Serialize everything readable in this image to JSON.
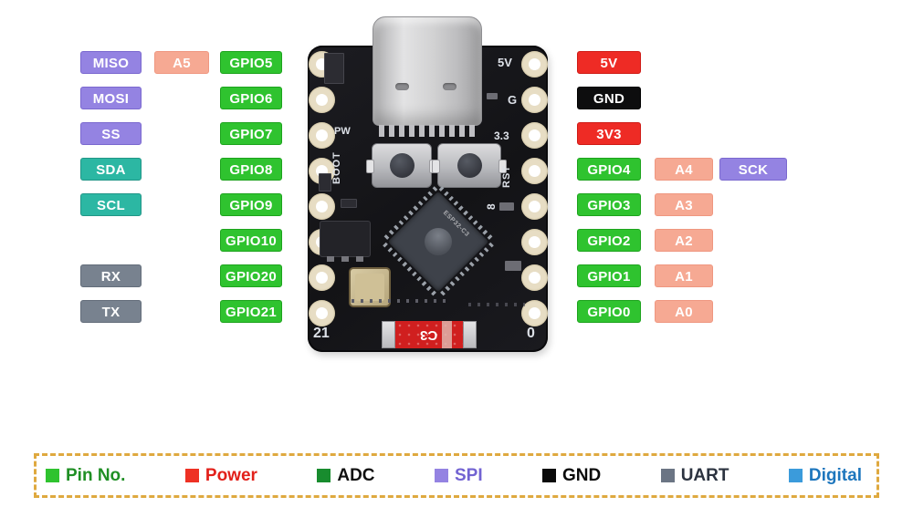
{
  "type_colors": {
    "pin": {
      "bg": "#2fc32f",
      "border": "#1da31d"
    },
    "spi": {
      "bg": "#9483e2",
      "border": "#7a68cf"
    },
    "i2c": {
      "bg": "#2cb7a3",
      "border": "#219687"
    },
    "uart": {
      "bg": "#78828f",
      "border": "#636d7a"
    },
    "analog": {
      "bg": "#f6a993",
      "border": "#ef9780"
    },
    "power": {
      "bg": "#ee2b25",
      "border": "#cf1a15"
    },
    "gnd": {
      "bg": "#0d0d0e",
      "border": "#000000"
    }
  },
  "pins": {
    "left": [
      {
        "bus": {
          "text": "MISO",
          "type": "spi"
        },
        "adc": {
          "text": "A5",
          "type": "analog"
        },
        "gpio": {
          "text": "GPIO5",
          "type": "pin"
        }
      },
      {
        "bus": {
          "text": "MOSI",
          "type": "spi"
        },
        "adc": null,
        "gpio": {
          "text": "GPIO6",
          "type": "pin"
        }
      },
      {
        "bus": {
          "text": "SS",
          "type": "spi"
        },
        "adc": null,
        "gpio": {
          "text": "GPIO7",
          "type": "pin"
        }
      },
      {
        "bus": {
          "text": "SDA",
          "type": "i2c"
        },
        "adc": null,
        "gpio": {
          "text": "GPIO8",
          "type": "pin"
        }
      },
      {
        "bus": {
          "text": "SCL",
          "type": "i2c"
        },
        "adc": null,
        "gpio": {
          "text": "GPIO9",
          "type": "pin"
        }
      },
      {
        "bus": null,
        "adc": null,
        "gpio": {
          "text": "GPIO10",
          "type": "pin"
        }
      },
      {
        "bus": {
          "text": "RX",
          "type": "uart"
        },
        "adc": null,
        "gpio": {
          "text": "GPIO20",
          "type": "pin"
        }
      },
      {
        "bus": {
          "text": "TX",
          "type": "uart"
        },
        "adc": null,
        "gpio": {
          "text": "GPIO21",
          "type": "pin"
        }
      }
    ],
    "right": [
      {
        "gpio": {
          "text": "5V",
          "type": "power"
        },
        "adc": null,
        "bus": null
      },
      {
        "gpio": {
          "text": "GND",
          "type": "gnd"
        },
        "adc": null,
        "bus": null
      },
      {
        "gpio": {
          "text": "3V3",
          "type": "power"
        },
        "adc": null,
        "bus": null
      },
      {
        "gpio": {
          "text": "GPIO4",
          "type": "pin"
        },
        "adc": {
          "text": "A4",
          "type": "analog"
        },
        "bus": {
          "text": "SCK",
          "type": "spi"
        }
      },
      {
        "gpio": {
          "text": "GPIO3",
          "type": "pin"
        },
        "adc": {
          "text": "A3",
          "type": "analog"
        },
        "bus": null
      },
      {
        "gpio": {
          "text": "GPIO2",
          "type": "pin"
        },
        "adc": {
          "text": "A2",
          "type": "analog"
        },
        "bus": null
      },
      {
        "gpio": {
          "text": "GPIO1",
          "type": "pin"
        },
        "adc": {
          "text": "A1",
          "type": "analog"
        },
        "bus": null
      },
      {
        "gpio": {
          "text": "GPIO0",
          "type": "pin"
        },
        "adc": {
          "text": "A0",
          "type": "analog"
        },
        "bus": null
      }
    ]
  },
  "board": {
    "silkscreen": {
      "pw": "PW",
      "boot": "BOOT",
      "rst": "RST",
      "five_v": "5V",
      "g": "G",
      "three_v3": "3.3",
      "io8": "8",
      "io21": "21",
      "io0": "0"
    },
    "chip_marking": "ESP32-C3",
    "red_component_marking": "C3"
  },
  "legend": {
    "border_color": "#dfa93f",
    "items": [
      {
        "label": "Pin No.",
        "square": "#2fc32f",
        "text_color": "#1f8f24"
      },
      {
        "label": "Power",
        "square": "#ee3124",
        "text_color": "#e2201a"
      },
      {
        "label": "ADC",
        "square": "#188c2e",
        "text_color": "#101010"
      },
      {
        "label": "SPI",
        "square": "#9483e2",
        "text_color": "#7263d2"
      },
      {
        "label": "GND",
        "square": "#0a0a0a",
        "text_color": "#0a0a0a"
      },
      {
        "label": "UART",
        "square": "#6b7584",
        "text_color": "#2c3340"
      },
      {
        "label": "Digital",
        "square": "#3b9bdb",
        "text_color": "#1d76bd"
      }
    ]
  }
}
